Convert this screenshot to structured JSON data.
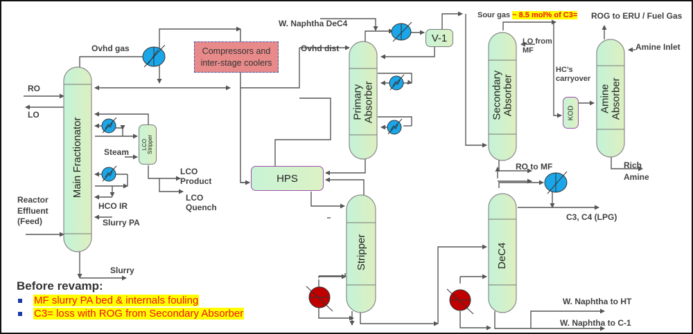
{
  "diagram": {
    "type": "process-flow-diagram",
    "equipment": {
      "main_fractionator": "Main Fractionator",
      "lco_stripper": "LCO Stripper",
      "compressors": "Compressors and inter-stage coolers",
      "hps": "HPS",
      "primary_absorber": "Primary Absorber",
      "stripper": "Stripper",
      "v1": "V-1",
      "secondary_absorber": "Secondary Absorber",
      "kod": "KOD",
      "amine_absorber": "Amine Absorber",
      "dec4": "DeC4"
    },
    "streams": {
      "ovhd_gas": "Ovhd gas",
      "ro": "RO",
      "lo": "LO",
      "steam": "Steam",
      "lco_product": "LCO Product",
      "lco_quench": "LCO Quench",
      "reactor_effluent": "Reactor Effluent (Feed)",
      "hco_ir": "HCO IR",
      "slurry_pa": "Slurry PA",
      "slurry": "Slurry",
      "w_naphtha_dec4": "W. Naphtha DeC4",
      "ovhd_dist": "Ovhd dist",
      "sour_gas": "Sour gas",
      "sour_gas_note": "~ 8.5 mol% of C3=",
      "rog": "ROG to ERU / Fuel Gas",
      "lo_from_mf": "LO from MF",
      "hc_carryover": "HC’s carryover",
      "amine_inlet": "Amine Inlet",
      "rich_amine": "Rich Amine",
      "ro_to_mf": "RO to MF",
      "lpg": "C3, C4 (LPG)",
      "naphtha_ht": "W. Naphtha to HT",
      "naphtha_c1": "W. Naphtha to C-1"
    },
    "icons": {
      "cooler": "heat-exchanger-cooler-icon",
      "reboiler": "reboiler-heater-icon"
    },
    "colors": {
      "cooler": "#1aa6e8",
      "reboiler": "#c00000",
      "column_fill": "#c8f3d6",
      "highlight": "#ffff00",
      "highlight_text": "#ee1111",
      "compressor_box": "#e88a8a"
    }
  },
  "notes": {
    "title": "Before revamp:",
    "items": [
      "MF slurry PA bed & internals fouling",
      "C3= loss with ROG from Secondary Absorber"
    ]
  }
}
